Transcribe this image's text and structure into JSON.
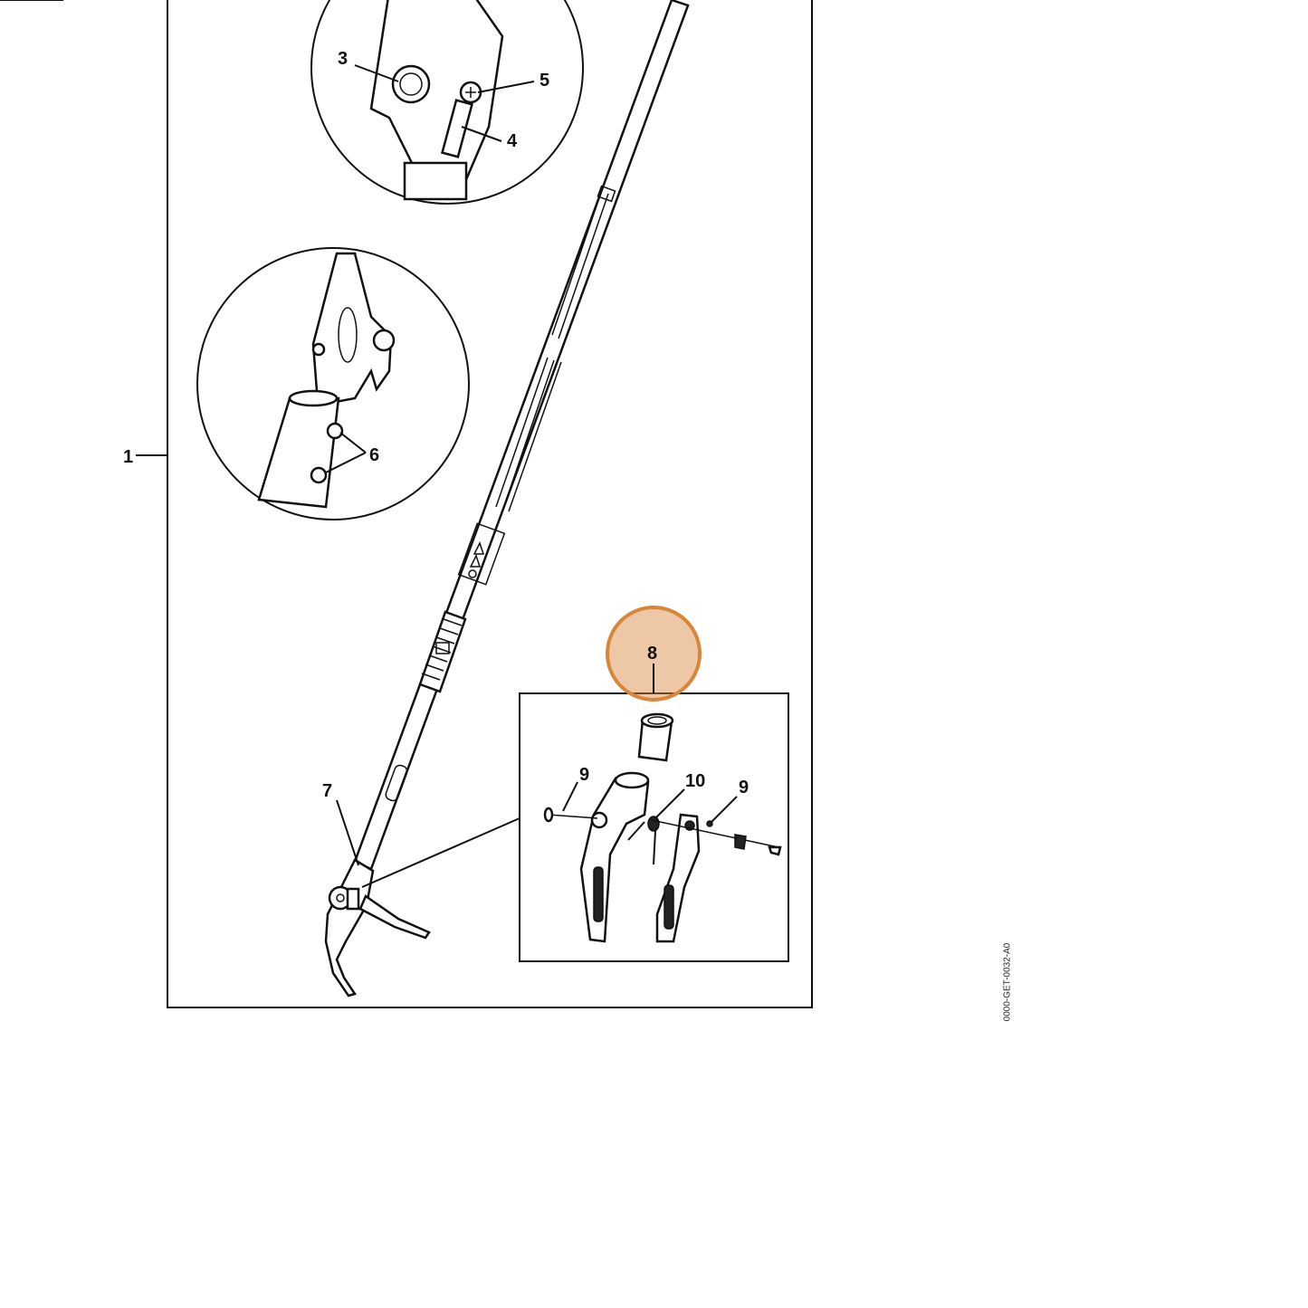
{
  "diagram": {
    "doc_ref": "0000-GET-0032-A0",
    "highlight_color": "#d9863a",
    "highlighted_callout": "8",
    "callouts": {
      "c1": "1",
      "c3": "3",
      "c4": "4",
      "c5": "5",
      "c6": "6",
      "c7": "7",
      "c8": "8",
      "c9a": "9",
      "c9b": "9",
      "c10": "10"
    }
  }
}
